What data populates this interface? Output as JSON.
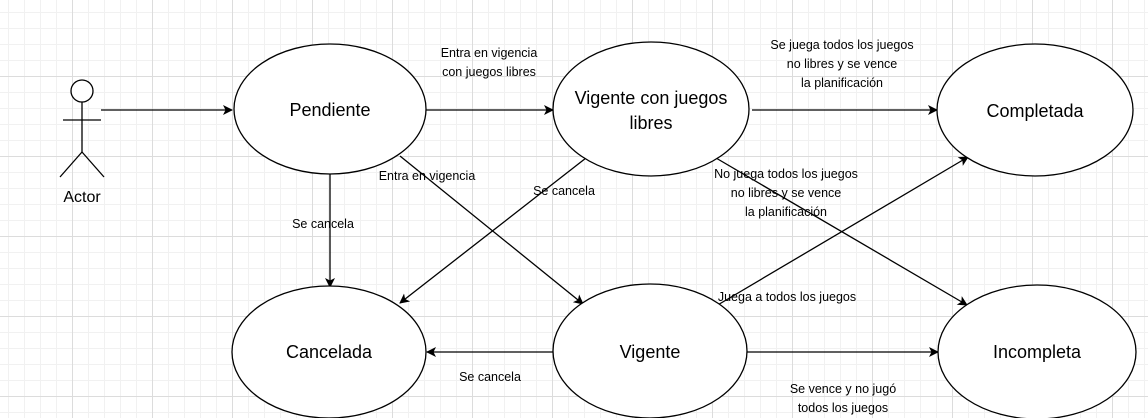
{
  "actor": {
    "label": "Actor"
  },
  "states": {
    "pendiente": "Pendiente",
    "vigente_libres": [
      "Vigente con juegos",
      "libres"
    ],
    "completada": "Completada",
    "cancelada": "Cancelada",
    "vigente": "Vigente",
    "incompleta": "Incompleta"
  },
  "transitions": {
    "pend_to_libres": [
      "Entra en vigencia",
      "con juegos libres"
    ],
    "libres_to_completada": [
      "Se juega todos los juegos",
      "no libres y se vence",
      "la planificación"
    ],
    "pend_to_vigente": [
      "Entra en vigencia"
    ],
    "libres_to_cancelada": [
      "Se cancela"
    ],
    "libres_to_incompleta": [
      "No juega todos los juegos",
      "no libres y se vence",
      "la planificación"
    ],
    "pend_to_cancelada": [
      "Se cancela"
    ],
    "vigente_to_completada": [
      "Juega a todos los juegos"
    ],
    "vigente_to_cancelada": [
      "Se cancela"
    ],
    "vigente_to_incompleta": [
      "Se vence y no jugó",
      "todos los juegos"
    ]
  }
}
